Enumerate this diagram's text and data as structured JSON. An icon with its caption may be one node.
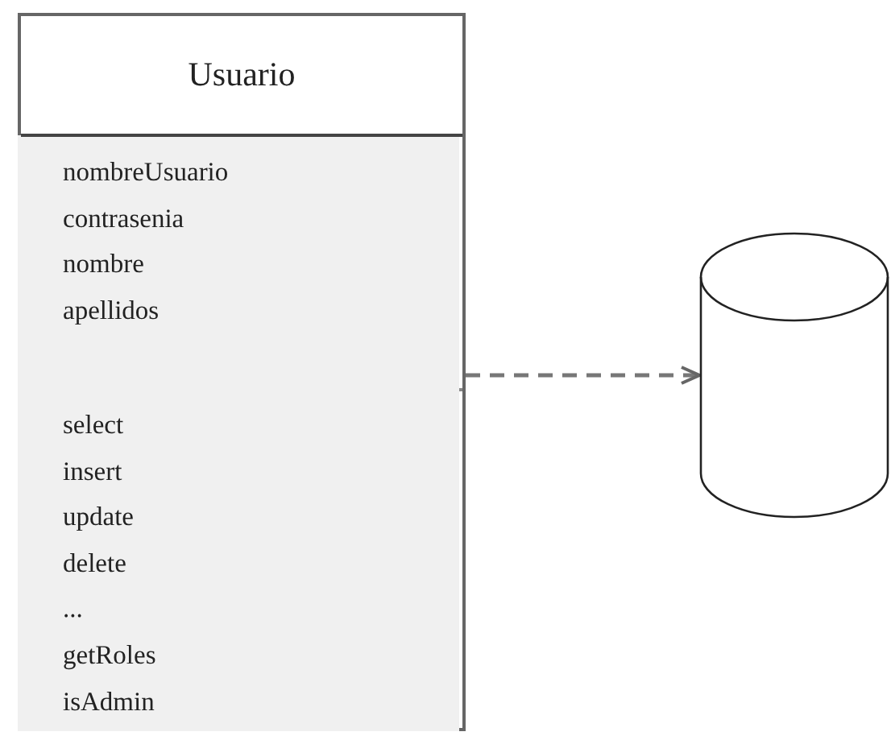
{
  "diagram": {
    "nodes": [
      {
        "text": [
          "Usuario"
        ]
      },
      {
        "text": [
          "nombreUsuario",
          "contrasenia",
          "nombre",
          "apellidos"
        ],
        "in": 0
      },
      {
        "text": [
          "select",
          "insert",
          "update",
          "delete",
          "...",
          "getRoles",
          "isAdmin"
        ],
        "in": 0
      },
      {
        "text": [],
        "shape": "cylinder"
      }
    ],
    "edges": [
      {
        "from": 0,
        "to": 3,
        "arrow": "to",
        "style": "dashed"
      }
    ]
  }
}
